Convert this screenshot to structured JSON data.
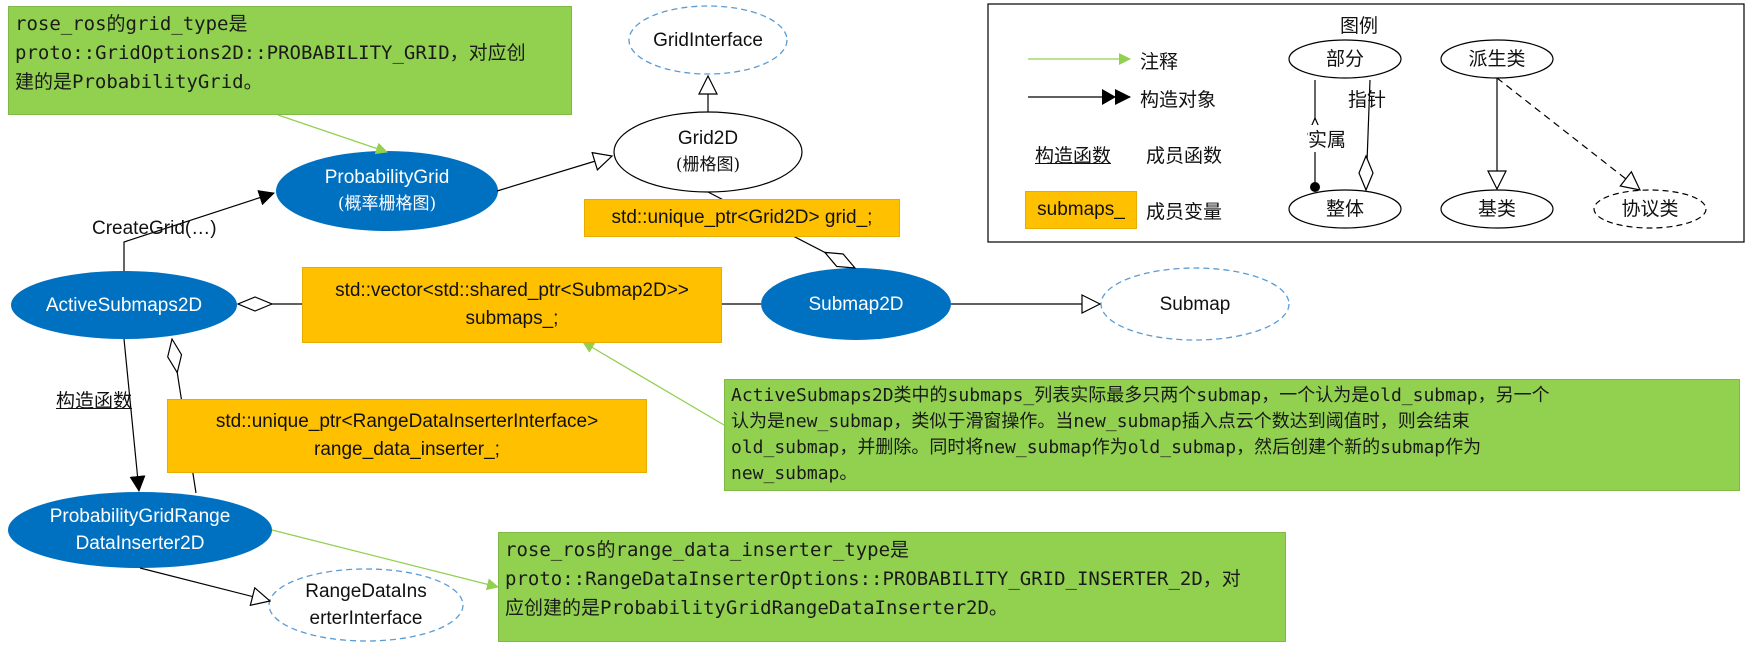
{
  "notes": {
    "grid_type": [
      "rose_ros的grid_type是",
      "proto::GridOptions2D::PROBABILITY_GRID，对应创",
      "建的是ProbabilityGrid。"
    ],
    "active_submaps": [
      "ActiveSubmaps2D类中的submaps_列表实际最多只两个submap，一个认为是old_submap，另一个",
      "认为是new_submap，类似于滑窗操作。当new_submap插入点云个数达到阈值时，则会结束",
      "old_submap，并删除。同时将new_submap作为old_submap，然后创建个新的submap作为",
      "new_submap。"
    ],
    "range_inserter": [
      "rose_ros的range_data_inserter_type是",
      "proto::RangeDataInserterOptions::PROBABILITY_GRID_INSERTER_2D，对",
      "应创建的是ProbabilityGridRangeDataInserter2D。"
    ]
  },
  "members": {
    "grid": "std::unique_ptr<Grid2D> grid_;",
    "submaps": [
      "std::vector<std::shared_ptr<Submap2D>>",
      "submaps_;"
    ],
    "range_inserter": [
      "std::unique_ptr<RangeDataInserterInterface>",
      "range_data_inserter_;"
    ]
  },
  "nodes": {
    "grid_interface": "GridInterface",
    "grid2d": [
      "Grid2D",
      "(栅格图)"
    ],
    "probability_grid": [
      "ProbabilityGrid",
      "(概率栅格图)"
    ],
    "active_submaps": "ActiveSubmaps2D",
    "submap2d": "Submap2D",
    "submap": "Submap",
    "pgrdi": [
      "ProbabilityGridRange",
      "DataInserter2D"
    ],
    "rdi_interface": [
      "RangeDataIns",
      "erterInterface"
    ]
  },
  "edge_labels": {
    "create_grid": "CreateGrid(…)",
    "constructor": "构造函数"
  },
  "legend": {
    "title": "图例",
    "annotation": "注释",
    "construct_object": "构造对象",
    "constructor": "构造函数",
    "member_function": "成员函数",
    "member_sample": "submaps_",
    "member_variable": "成员变量",
    "part": "部分",
    "whole": "整体",
    "pointer": "指针",
    "entity": "实属",
    "derived": "派生类",
    "base": "基类",
    "protocol": "协议类"
  },
  "colors": {
    "note_green": "#92d050",
    "member_orange": "#ffc000",
    "node_blue": "#0070c0",
    "dashed_blue": "#5b9bd5"
  }
}
